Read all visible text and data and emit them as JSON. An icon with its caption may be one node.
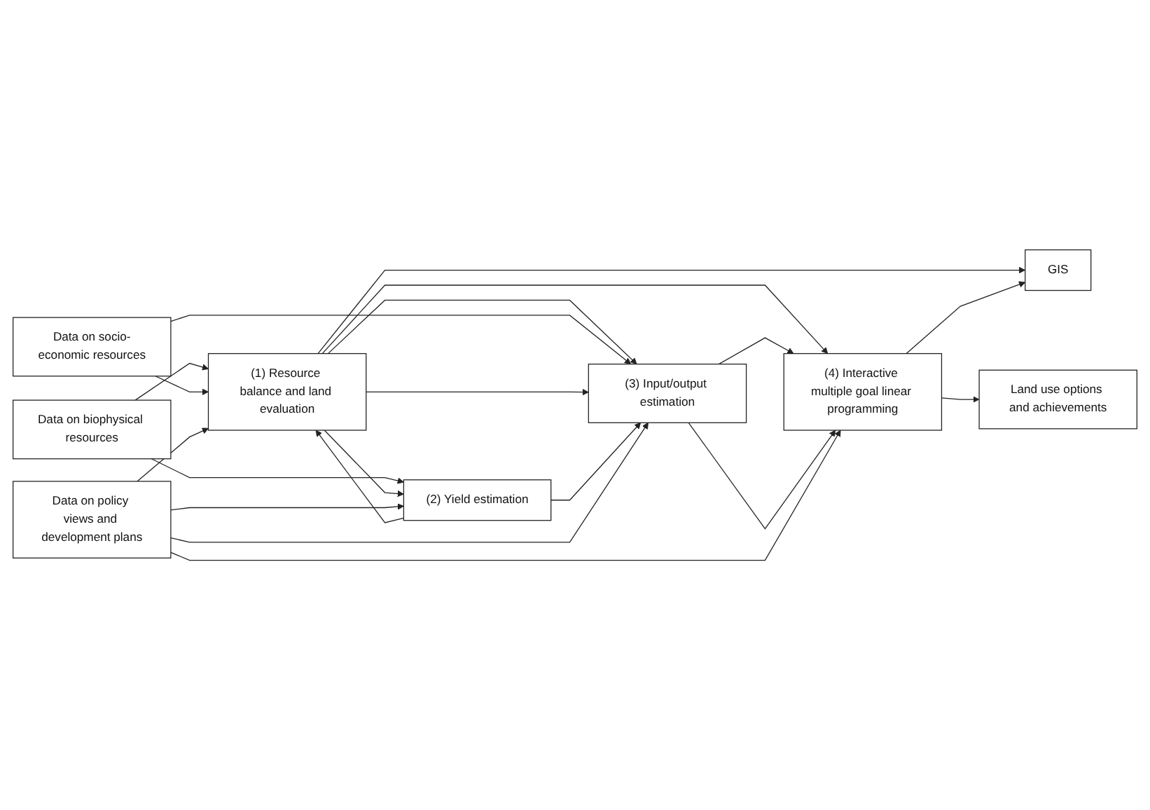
{
  "diagram": {
    "nodes": [
      {
        "text": [
          "Data on biophysical resources"
        ]
      },
      {
        "text": [
          "Data on socio-economic resources"
        ]
      },
      {
        "text": [
          "GIS"
        ]
      },
      {
        "text": [
          "(1) Resource balance and land evaluation"
        ]
      },
      {
        "text": [
          "(4) Interactive multiple goal linear programming"
        ]
      },
      {
        "text": [
          "(3) Input/output estimation"
        ]
      },
      {
        "text": [
          "Land use options and achievements"
        ]
      },
      {
        "text": [
          "(2) Yield estimation"
        ]
      },
      {
        "text": [
          "Data on policy views and development plans"
        ]
      }
    ],
    "edges": [
      {
        "from": 0,
        "to": 3,
        "arrow": "to"
      },
      {
        "from": 1,
        "to": 3,
        "arrow": "to"
      },
      {
        "from": 0,
        "to": 7,
        "arrow": "to"
      },
      {
        "from": 3,
        "to": 2,
        "arrow": "to"
      },
      {
        "from": 3,
        "to": 5,
        "arrow": "to"
      },
      {
        "from": 3,
        "to": 4,
        "arrow": "to"
      },
      {
        "from": 1,
        "to": 5,
        "arrow": "to"
      },
      {
        "from": 3,
        "to": 5,
        "arrow": "to"
      },
      {
        "from": 3,
        "to": 7,
        "arrow": "to"
      },
      {
        "from": 7,
        "to": 3,
        "arrow": "to"
      },
      {
        "from": 7,
        "to": 5,
        "arrow": "to"
      },
      {
        "from": 5,
        "to": 4,
        "arrow": "to"
      },
      {
        "from": 5,
        "to": 4,
        "arrow": "to"
      },
      {
        "from": 4,
        "to": 6,
        "arrow": "to"
      },
      {
        "from": 4,
        "to": 2,
        "arrow": "to"
      },
      {
        "from": 8,
        "to": 4,
        "arrow": "to"
      },
      {
        "from": 8,
        "to": 5,
        "arrow": "to"
      },
      {
        "from": 8,
        "to": 7,
        "arrow": "to"
      },
      {
        "from": 8,
        "to": 3,
        "arrow": "to"
      }
    ]
  }
}
